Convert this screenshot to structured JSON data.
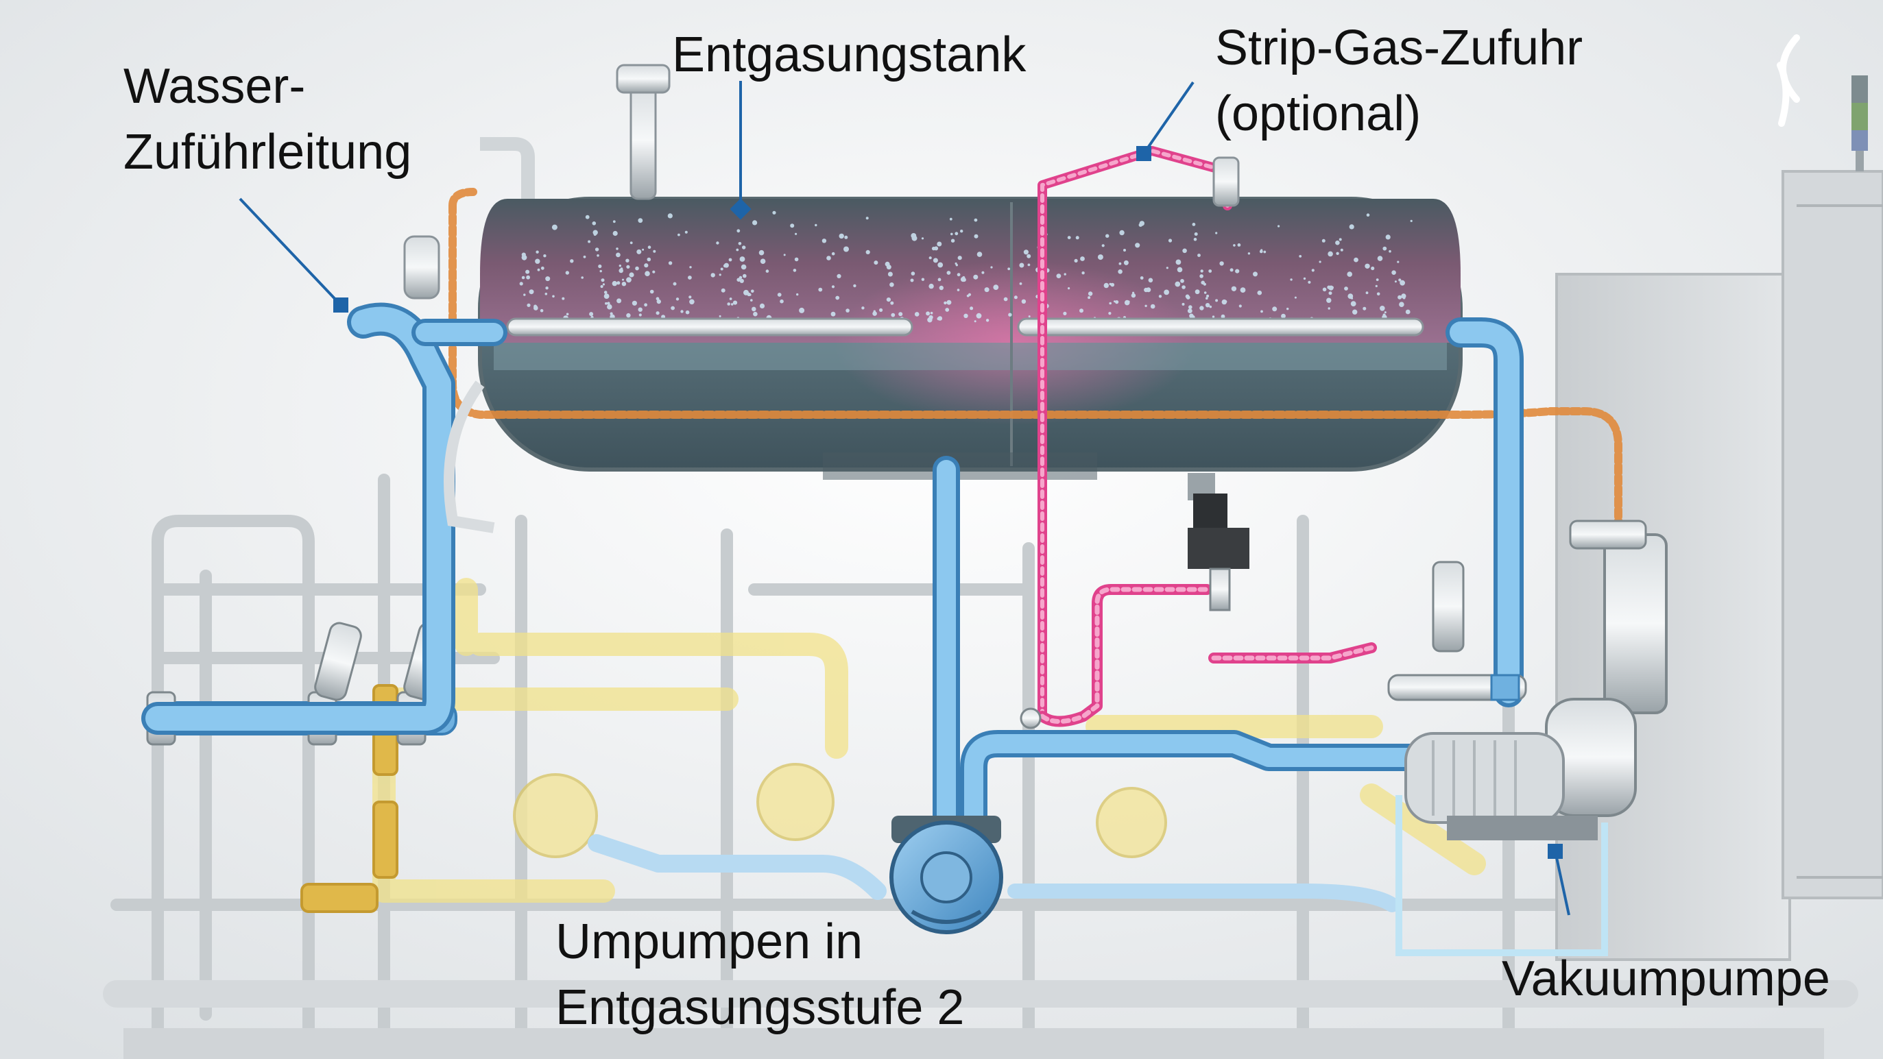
{
  "labels": {
    "tank": "Entgasungstank",
    "water_line1": "Wasser-",
    "water_line2": "Zuführleitung",
    "strip_line1": "Strip-Gas-Zufuhr",
    "strip_line2": "(optional)",
    "pump2_line1": "Umpumpen in",
    "pump2_line2": "Entgasungsstufe 2",
    "vacuum": "Vakuumpumpe"
  },
  "colors": {
    "leader": "#1e64a8",
    "water": "#5aa8dc",
    "strip_gas": "#e0428c",
    "vapor": "#e08a3c",
    "product_ghost": "#f1e28a"
  },
  "icons": {
    "logo": "chevrons-logo-icon",
    "status_light": "signal-tower-icon"
  }
}
